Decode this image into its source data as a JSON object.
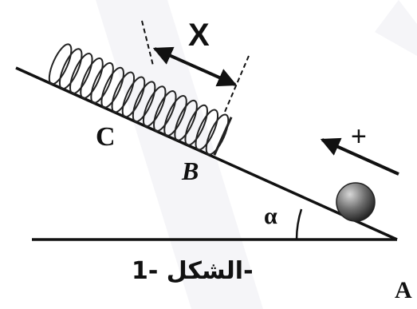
{
  "labels": {
    "x": "X",
    "c": "C",
    "b": "B",
    "alpha": "α",
    "plus": "+",
    "a": "A",
    "caption": "الشكل -1-"
  },
  "colors": {
    "ink": "#111111",
    "watermark": "#e8e8ee",
    "ball_light": "#cfcfcf",
    "ball_dark": "#2a2a2a"
  },
  "objects": {
    "spring_coils": 16,
    "spring_attached_to": "incline",
    "ball_on": "incline",
    "arrow_direction": "up the incline"
  }
}
